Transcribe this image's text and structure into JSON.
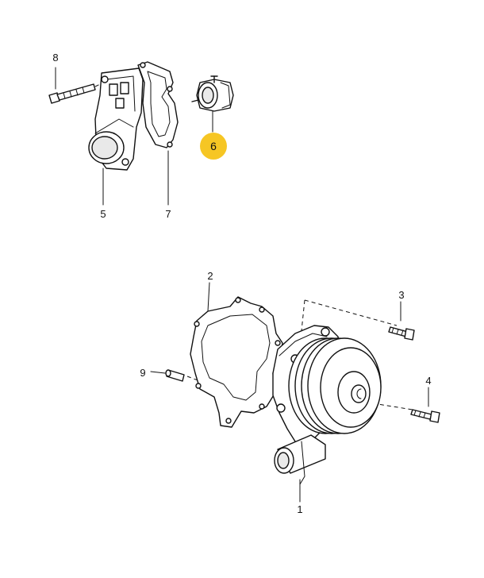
{
  "highlight_color": "#f6c624",
  "callouts": {
    "part_1": "1",
    "part_2": "2",
    "part_3": "3",
    "part_4": "4",
    "part_5": "5",
    "part_6": "6",
    "part_7": "7",
    "part_8": "8",
    "part_9": "9"
  },
  "highlighted_part": "6"
}
